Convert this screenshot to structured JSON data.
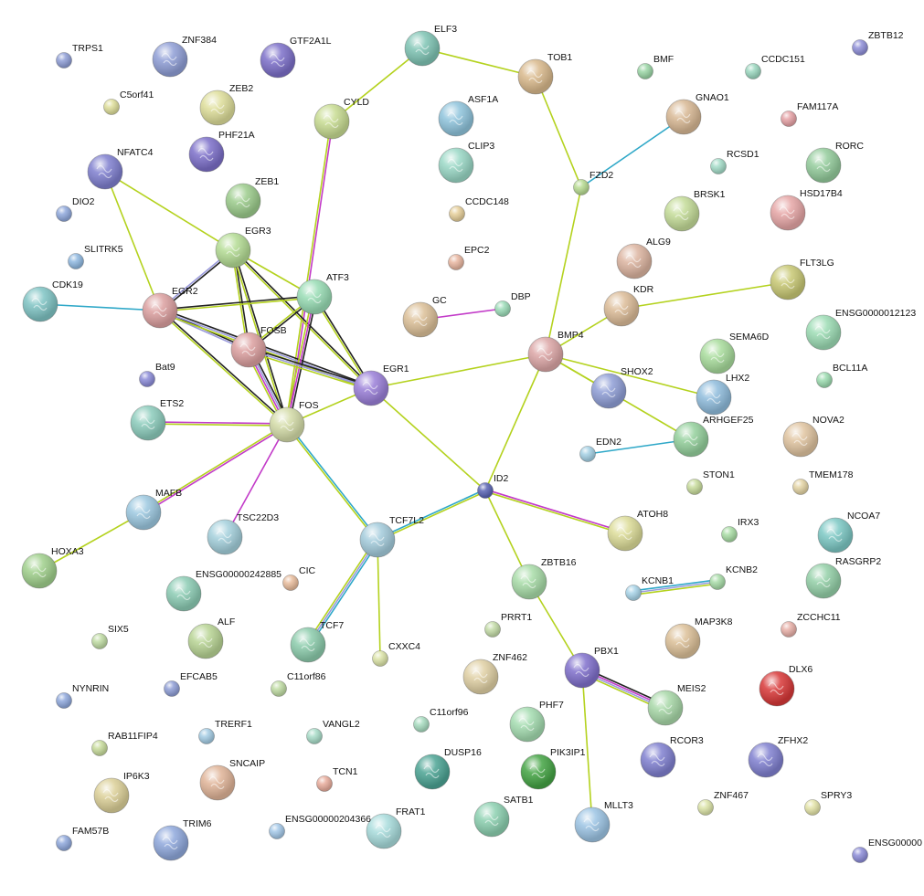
{
  "nodes": [
    {
      "id": "TRPS1",
      "label": "TRPS1",
      "color": "#8f9ed6",
      "size": "s"
    },
    {
      "id": "ZNF384",
      "label": "ZNF384",
      "color": "#8f9ed6",
      "size": "l"
    },
    {
      "id": "GTF2A1L",
      "label": "GTF2A1L",
      "color": "#7c6fc9",
      "size": "l"
    },
    {
      "id": "ELF3",
      "label": "ELF3",
      "color": "#7fc4b4",
      "size": "l"
    },
    {
      "id": "TOB1",
      "label": "TOB1",
      "color": "#d9b98c",
      "size": "l"
    },
    {
      "id": "BMF",
      "label": "BMF",
      "color": "#9bd6a6",
      "size": "s"
    },
    {
      "id": "CCDC151",
      "label": "CCDC151",
      "color": "#9cd8c0",
      "size": "s"
    },
    {
      "id": "ZBTB12",
      "label": "ZBTB12",
      "color": "#8f8fd8",
      "size": "s"
    },
    {
      "id": "C5orf41",
      "label": "C5orf41",
      "color": "#dede9a",
      "size": "s"
    },
    {
      "id": "ZEB2",
      "label": "ZEB2",
      "color": "#dede9a",
      "size": "l"
    },
    {
      "id": "CYLD",
      "label": "CYLD",
      "color": "#c8dc92",
      "size": "l"
    },
    {
      "id": "ASF1A",
      "label": "ASF1A",
      "color": "#8fc4dc",
      "size": "l"
    },
    {
      "id": "GNAO1",
      "label": "GNAO1",
      "color": "#d8b894",
      "size": "l"
    },
    {
      "id": "FAM117A",
      "label": "FAM117A",
      "color": "#e6a2a6",
      "size": "s"
    },
    {
      "id": "PHF21A",
      "label": "PHF21A",
      "color": "#7c6fc9",
      "size": "l"
    },
    {
      "id": "NFATC4",
      "label": "NFATC4",
      "color": "#7f7fcf",
      "size": "l"
    },
    {
      "id": "CLIP3",
      "label": "CLIP3",
      "color": "#9ad8c6",
      "size": "l"
    },
    {
      "id": "RCSD1",
      "label": "RCSD1",
      "color": "#a4dcc8",
      "size": "s"
    },
    {
      "id": "RORC",
      "label": "RORC",
      "color": "#94cc9c",
      "size": "l"
    },
    {
      "id": "FZD2",
      "label": "FZD2",
      "color": "#b8dc92",
      "size": "s"
    },
    {
      "id": "ZEB1",
      "label": "ZEB1",
      "color": "#9ccc8c",
      "size": "l"
    },
    {
      "id": "DIO2",
      "label": "DIO2",
      "color": "#8fa8dc",
      "size": "s"
    },
    {
      "id": "CCDC148",
      "label": "CCDC148",
      "color": "#e6cf9a",
      "size": "s"
    },
    {
      "id": "BRSK1",
      "label": "BRSK1",
      "color": "#c4dc98",
      "size": "l"
    },
    {
      "id": "HSD17B4",
      "label": "HSD17B4",
      "color": "#e6a6a6",
      "size": "l"
    },
    {
      "id": "EGR3",
      "label": "EGR3",
      "color": "#b4dc94",
      "size": "l"
    },
    {
      "id": "SLITRK5",
      "label": "SLITRK5",
      "color": "#8fb8e0",
      "size": "s"
    },
    {
      "id": "EPC2",
      "label": "EPC2",
      "color": "#e8b6a0",
      "size": "s"
    },
    {
      "id": "ALG9",
      "label": "ALG9",
      "color": "#dcb4a0",
      "size": "l"
    },
    {
      "id": "FLT3LG",
      "label": "FLT3LG",
      "color": "#c8c874",
      "size": "l"
    },
    {
      "id": "CDK19",
      "label": "CDK19",
      "color": "#7fc4c4",
      "size": "l"
    },
    {
      "id": "ATF3",
      "label": "ATF3",
      "color": "#98dcb4",
      "size": "l"
    },
    {
      "id": "EGR2",
      "label": "EGR2",
      "color": "#dca0a0",
      "size": "l"
    },
    {
      "id": "GC",
      "label": "GC",
      "color": "#dcc098",
      "size": "l"
    },
    {
      "id": "DBP",
      "label": "DBP",
      "color": "#9cdcb8",
      "size": "s"
    },
    {
      "id": "KDR",
      "label": "KDR",
      "color": "#dcbc98",
      "size": "l"
    },
    {
      "id": "ENSG0000012123",
      "label": "ENSG0000012123",
      "color": "#9cdcb4",
      "size": "l"
    },
    {
      "id": "FOSB",
      "label": "FOSB",
      "color": "#dca0a0",
      "size": "l"
    },
    {
      "id": "BMP4",
      "label": "BMP4",
      "color": "#dca6a6",
      "size": "l"
    },
    {
      "id": "SEMA6D",
      "label": "SEMA6D",
      "color": "#a8dc9c",
      "size": "l"
    },
    {
      "id": "Bat9",
      "label": "Bat9",
      "color": "#8c8cd8",
      "size": "s"
    },
    {
      "id": "EGR1",
      "label": "EGR1",
      "color": "#9a7fd8",
      "size": "l"
    },
    {
      "id": "SHOX2",
      "label": "SHOX2",
      "color": "#8f9ed6",
      "size": "l"
    },
    {
      "id": "LHX2",
      "label": "LHX2",
      "color": "#8fbcdc",
      "size": "l"
    },
    {
      "id": "BCL11A",
      "label": "BCL11A",
      "color": "#9cdcb0",
      "size": "s"
    },
    {
      "id": "ETS2",
      "label": "ETS2",
      "color": "#8cccbc",
      "size": "l"
    },
    {
      "id": "FOS",
      "label": "FOS",
      "color": "#d4dca8",
      "size": "l"
    },
    {
      "id": "EDN2",
      "label": "EDN2",
      "color": "#a4d0e4",
      "size": "s"
    },
    {
      "id": "ARHGEF25",
      "label": "ARHGEF25",
      "color": "#94d09c",
      "size": "l"
    },
    {
      "id": "NOVA2",
      "label": "NOVA2",
      "color": "#e0c4a0",
      "size": "l"
    },
    {
      "id": "ID2",
      "label": "ID2",
      "color": "#5a64b4",
      "size": "s"
    },
    {
      "id": "STON1",
      "label": "STON1",
      "color": "#c8dc9c",
      "size": "s"
    },
    {
      "id": "TMEM178",
      "label": "TMEM178",
      "color": "#e4d4a4",
      "size": "s"
    },
    {
      "id": "MAFB",
      "label": "MAFB",
      "color": "#9cc8e0",
      "size": "l"
    },
    {
      "id": "TSC22D3",
      "label": "TSC22D3",
      "color": "#a4d0dc",
      "size": "l"
    },
    {
      "id": "TCF7L2",
      "label": "TCF7L2",
      "color": "#a4ccdc",
      "size": "l"
    },
    {
      "id": "ATOH8",
      "label": "ATOH8",
      "color": "#dcdc98",
      "size": "l"
    },
    {
      "id": "IRX3",
      "label": "IRX3",
      "color": "#a8dca4",
      "size": "s"
    },
    {
      "id": "NCOA7",
      "label": "NCOA7",
      "color": "#7cc8c4",
      "size": "l"
    },
    {
      "id": "HOXA3",
      "label": "HOXA3",
      "color": "#a0d08c",
      "size": "l"
    },
    {
      "id": "ZBTB16",
      "label": "ZBTB16",
      "color": "#a8dca8",
      "size": "l"
    },
    {
      "id": "KCNB1",
      "label": "KCNB1",
      "color": "#a8d4e8",
      "size": "s"
    },
    {
      "id": "KCNB2",
      "label": "KCNB2",
      "color": "#a8dca8",
      "size": "s"
    },
    {
      "id": "RASGRP2",
      "label": "RASGRP2",
      "color": "#94d0a8",
      "size": "l"
    },
    {
      "id": "ENSG00000242885",
      "label": "ENSG00000242885",
      "color": "#8cccb4",
      "size": "l"
    },
    {
      "id": "CIC",
      "label": "CIC",
      "color": "#e8bc9c",
      "size": "s"
    },
    {
      "id": "PRRT1",
      "label": "PRRT1",
      "color": "#c4dca8",
      "size": "s"
    },
    {
      "id": "MAP3K8",
      "label": "MAP3K8",
      "color": "#dcc098",
      "size": "l"
    },
    {
      "id": "ZCCHC11",
      "label": "ZCCHC11",
      "color": "#e8b0a8",
      "size": "s"
    },
    {
      "id": "SIX5",
      "label": "SIX5",
      "color": "#c0dca4",
      "size": "s"
    },
    {
      "id": "ALF",
      "label": "ALF",
      "color": "#b8d494",
      "size": "l"
    },
    {
      "id": "TCF7",
      "label": "TCF7",
      "color": "#8cccac",
      "size": "l"
    },
    {
      "id": "CXXC4",
      "label": "CXXC4",
      "color": "#dce4a8",
      "size": "s"
    },
    {
      "id": "ZNF462",
      "label": "ZNF462",
      "color": "#e0d0a4",
      "size": "l"
    },
    {
      "id": "PBX1",
      "label": "PBX1",
      "color": "#8070cc",
      "size": "l"
    },
    {
      "id": "DLX6",
      "label": "DLX6",
      "color": "#d83838",
      "size": "l"
    },
    {
      "id": "EFCAB5",
      "label": "EFCAB5",
      "color": "#8f9ed6",
      "size": "s"
    },
    {
      "id": "C11orf86",
      "label": "C11orf86",
      "color": "#c0dca4",
      "size": "s"
    },
    {
      "id": "NYNRIN",
      "label": "NYNRIN",
      "color": "#8fa8dc",
      "size": "s"
    },
    {
      "id": "MEIS2",
      "label": "MEIS2",
      "color": "#a8d8a8",
      "size": "l"
    },
    {
      "id": "PHF7",
      "label": "PHF7",
      "color": "#a4dcb0",
      "size": "l"
    },
    {
      "id": "C11orf96",
      "label": "C11orf96",
      "color": "#a8dcc0",
      "size": "s"
    },
    {
      "id": "TRERF1",
      "label": "TRERF1",
      "color": "#a4cce4",
      "size": "s"
    },
    {
      "id": "VANGL2",
      "label": "VANGL2",
      "color": "#a8dcc8",
      "size": "s"
    },
    {
      "id": "RAB11FIP4",
      "label": "RAB11FIP4",
      "color": "#c8dc9c",
      "size": "s"
    },
    {
      "id": "DUSP16",
      "label": "DUSP16",
      "color": "#4ca494",
      "size": "l"
    },
    {
      "id": "PIK3IP1",
      "label": "PIK3IP1",
      "color": "#44a444",
      "size": "l"
    },
    {
      "id": "RCOR3",
      "label": "RCOR3",
      "color": "#8080d0",
      "size": "l"
    },
    {
      "id": "ZFHX2",
      "label": "ZFHX2",
      "color": "#8080d0",
      "size": "l"
    },
    {
      "id": "SNCAIP",
      "label": "SNCAIP",
      "color": "#e0b498",
      "size": "l"
    },
    {
      "id": "TCN1",
      "label": "TCN1",
      "color": "#e8ac9c",
      "size": "s"
    },
    {
      "id": "IP6K3",
      "label": "IP6K3",
      "color": "#dcd098",
      "size": "l"
    },
    {
      "id": "ZNF467",
      "label": "ZNF467",
      "color": "#dce4a8",
      "size": "s"
    },
    {
      "id": "SPRY3",
      "label": "SPRY3",
      "color": "#e4e4a8",
      "size": "s"
    },
    {
      "id": "SATB1",
      "label": "SATB1",
      "color": "#8cd0b0",
      "size": "l"
    },
    {
      "id": "MLLT3",
      "label": "MLLT3",
      "color": "#9cc4e4",
      "size": "l"
    },
    {
      "id": "FRAT1",
      "label": "FRAT1",
      "color": "#a8dcdc",
      "size": "l"
    },
    {
      "id": "ENSG00000204366",
      "label": "ENSG00000204366",
      "color": "#a4c8e8",
      "size": "s"
    },
    {
      "id": "TRIM6",
      "label": "TRIM6",
      "color": "#8fa8dc",
      "size": "l"
    },
    {
      "id": "FAM57B",
      "label": "FAM57B",
      "color": "#8fa8dc",
      "size": "s"
    },
    {
      "id": "ENSG00000",
      "label": "ENSG00000",
      "color": "#8c8cd8",
      "size": "s"
    }
  ],
  "edges": [
    {
      "a": "ELF3",
      "b": "CYLD",
      "colors": [
        "#b4d21e"
      ]
    },
    {
      "a": "ELF3",
      "b": "TOB1",
      "colors": [
        "#b4d21e"
      ]
    },
    {
      "a": "TOB1",
      "b": "FZD2",
      "colors": [
        "#b4d21e"
      ]
    },
    {
      "a": "GNAO1",
      "b": "FZD2",
      "colors": [
        "#2fa8c8"
      ]
    },
    {
      "a": "FZD2",
      "b": "BMP4",
      "colors": [
        "#b4d21e"
      ]
    },
    {
      "a": "KDR",
      "b": "FLT3LG",
      "colors": [
        "#b4d21e"
      ]
    },
    {
      "a": "KDR",
      "b": "BMP4",
      "colors": [
        "#b4d21e"
      ]
    },
    {
      "a": "GC",
      "b": "DBP",
      "colors": [
        "#c23ac8"
      ]
    },
    {
      "a": "BMP4",
      "b": "EGR1",
      "colors": [
        "#b4d21e"
      ]
    },
    {
      "a": "BMP4",
      "b": "SHOX2",
      "colors": [
        "#b4d21e"
      ]
    },
    {
      "a": "BMP4",
      "b": "LHX2",
      "colors": [
        "#b4d21e"
      ]
    },
    {
      "a": "BMP4",
      "b": "ARHGEF25",
      "colors": [
        "#b4d21e"
      ]
    },
    {
      "a": "BMP4",
      "b": "ID2",
      "colors": [
        "#b4d21e"
      ]
    },
    {
      "a": "EDN2",
      "b": "ARHGEF25",
      "colors": [
        "#2fa8c8"
      ]
    },
    {
      "a": "NFATC4",
      "b": "EGR3",
      "colors": [
        "#b4d21e"
      ]
    },
    {
      "a": "NFATC4",
      "b": "EGR2",
      "colors": [
        "#b4d21e"
      ]
    },
    {
      "a": "CDK19",
      "b": "EGR2",
      "colors": [
        "#2fa8c8"
      ]
    },
    {
      "a": "CYLD",
      "b": "FOS",
      "colors": [
        "#c23ac8",
        "#b4d21e"
      ]
    },
    {
      "a": "EGR3",
      "b": "EGR2",
      "colors": [
        "#222222",
        "#9a9adc"
      ]
    },
    {
      "a": "EGR3",
      "b": "ATF3",
      "colors": [
        "#b4d21e"
      ]
    },
    {
      "a": "EGR3",
      "b": "FOSB",
      "colors": [
        "#222222",
        "#b4d21e"
      ]
    },
    {
      "a": "EGR3",
      "b": "EGR1",
      "colors": [
        "#222222",
        "#b4d21e"
      ]
    },
    {
      "a": "EGR3",
      "b": "FOS",
      "colors": [
        "#222222",
        "#b4d21e"
      ]
    },
    {
      "a": "EGR2",
      "b": "ATF3",
      "colors": [
        "#222222",
        "#b4d21e"
      ]
    },
    {
      "a": "EGR2",
      "b": "FOSB",
      "colors": [
        "#222222",
        "#9a9adc"
      ]
    },
    {
      "a": "EGR2",
      "b": "EGR1",
      "colors": [
        "#222222",
        "#9a9adc",
        "#b4d21e"
      ]
    },
    {
      "a": "EGR2",
      "b": "FOS",
      "colors": [
        "#222222",
        "#b4d21e"
      ]
    },
    {
      "a": "ATF3",
      "b": "FOSB",
      "colors": [
        "#222222",
        "#b4d21e"
      ]
    },
    {
      "a": "ATF3",
      "b": "EGR1",
      "colors": [
        "#222222",
        "#b4d21e"
      ]
    },
    {
      "a": "ATF3",
      "b": "FOS",
      "colors": [
        "#222222",
        "#c23ac8",
        "#b4d21e"
      ]
    },
    {
      "a": "FOSB",
      "b": "EGR1",
      "colors": [
        "#222222",
        "#9a9adc",
        "#b4d21e"
      ]
    },
    {
      "a": "FOSB",
      "b": "FOS",
      "colors": [
        "#222222",
        "#9a9adc",
        "#c23ac8",
        "#b4d21e"
      ]
    },
    {
      "a": "EGR1",
      "b": "FOS",
      "colors": [
        "#b4d21e"
      ]
    },
    {
      "a": "EGR1",
      "b": "ID2",
      "colors": [
        "#b4d21e"
      ]
    },
    {
      "a": "ETS2",
      "b": "FOS",
      "colors": [
        "#c23ac8",
        "#b4d21e"
      ]
    },
    {
      "a": "FOS",
      "b": "MAFB",
      "colors": [
        "#c23ac8",
        "#b4d21e"
      ]
    },
    {
      "a": "FOS",
      "b": "TSC22D3",
      "colors": [
        "#c23ac8"
      ]
    },
    {
      "a": "FOS",
      "b": "TCF7L2",
      "colors": [
        "#2fa8c8",
        "#b4d21e"
      ]
    },
    {
      "a": "MAFB",
      "b": "HOXA3",
      "colors": [
        "#b4d21e"
      ]
    },
    {
      "a": "TCF7L2",
      "b": "ID2",
      "colors": [
        "#2fa8c8",
        "#b4d21e"
      ]
    },
    {
      "a": "TCF7L2",
      "b": "TCF7",
      "colors": [
        "#2fa8c8",
        "#9a9adc",
        "#b4d21e"
      ]
    },
    {
      "a": "TCF7L2",
      "b": "CXXC4",
      "colors": [
        "#b4d21e"
      ]
    },
    {
      "a": "ID2",
      "b": "ATOH8",
      "colors": [
        "#c23ac8",
        "#b4d21e"
      ]
    },
    {
      "a": "ID2",
      "b": "ZBTB16",
      "colors": [
        "#b4d21e"
      ]
    },
    {
      "a": "ZBTB16",
      "b": "PBX1",
      "colors": [
        "#b4d21e"
      ]
    },
    {
      "a": "PBX1",
      "b": "MEIS2",
      "colors": [
        "#222222",
        "#c23ac8",
        "#9a9adc",
        "#b4d21e"
      ]
    },
    {
      "a": "PBX1",
      "b": "MLLT3",
      "colors": [
        "#b4d21e"
      ]
    },
    {
      "a": "KCNB1",
      "b": "KCNB2",
      "colors": [
        "#2fa8c8",
        "#9a9adc",
        "#b4d21e"
      ]
    }
  ]
}
